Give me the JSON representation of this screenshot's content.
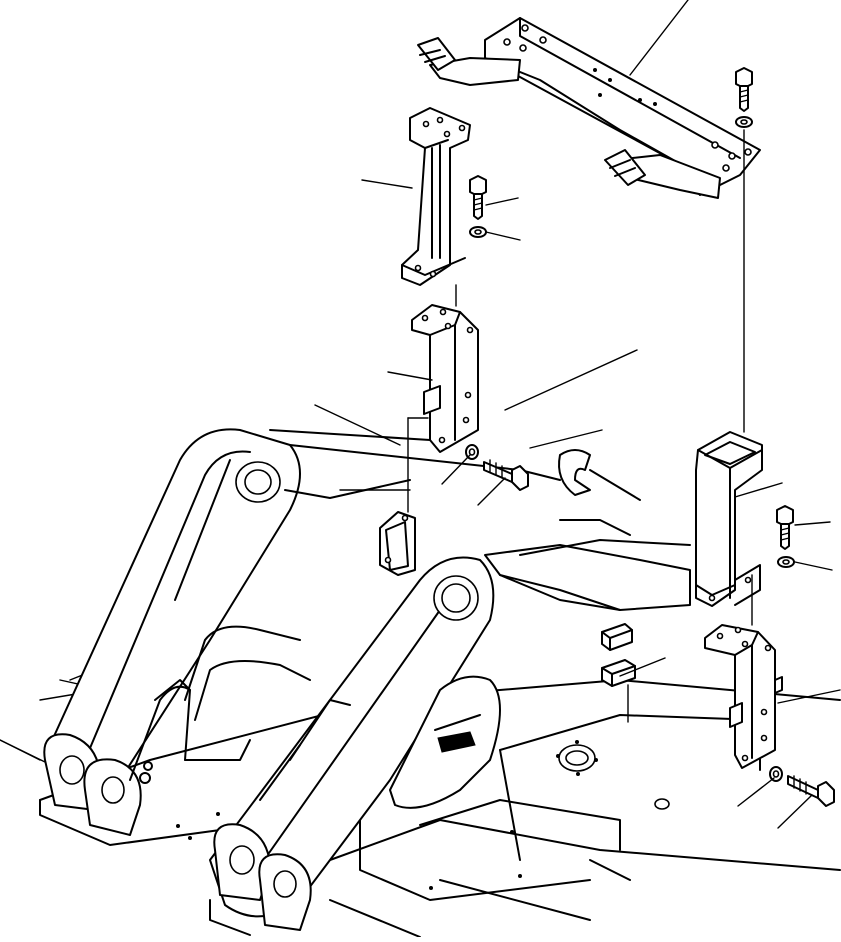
{
  "figure": {
    "parts": [
      "support-beam",
      "upper-pillar-left",
      "lower-bracket-left",
      "cover-plate",
      "upper-pillar-right",
      "lower-bracket-right",
      "bolt",
      "washer",
      "stopper-block",
      "boom-support-frame",
      "revolving-frame"
    ],
    "leader_count": 17
  }
}
